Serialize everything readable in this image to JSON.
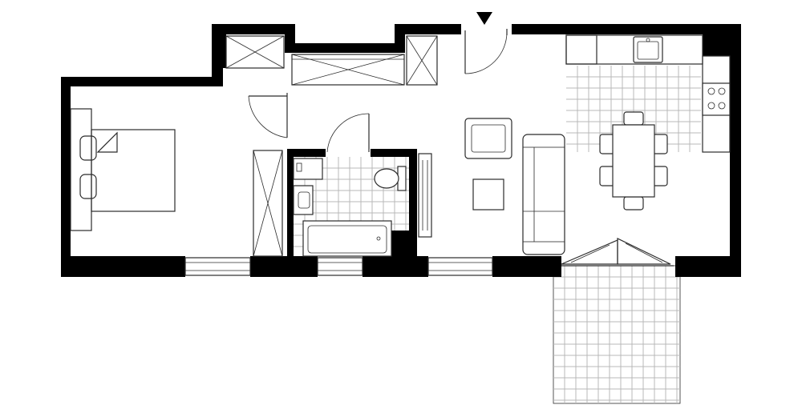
{
  "plan": {
    "colors": {
      "wall": "#000000",
      "ink": "#2b2b2b",
      "grid": "#b8b8b8",
      "background": "#ffffff"
    },
    "rooms": [
      "bedroom",
      "hallway",
      "bathroom",
      "living-room",
      "kitchen",
      "balcony"
    ],
    "icons": [
      "entrance-arrow-icon",
      "bed-icon",
      "sofa-icon",
      "armchair-icon",
      "dining-table-icon",
      "bathtub-icon",
      "toilet-icon",
      "sink-icon",
      "washing-machine-icon",
      "stove-icon",
      "kitchen-sink-icon"
    ]
  }
}
